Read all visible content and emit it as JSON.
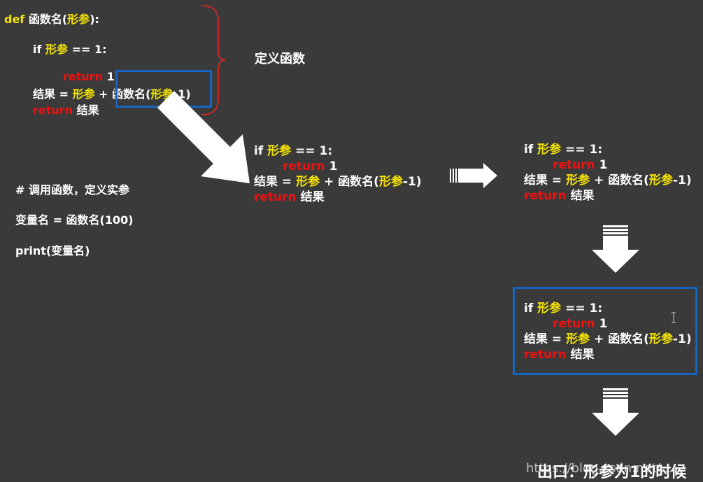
{
  "definition": {
    "def_kw": "def",
    "func_name": "函数名",
    "open_paren": "(",
    "param": "形参",
    "close": "):",
    "if_kw": "if",
    "if_param": "形参",
    "if_cond": "== 1:",
    "ret1_kw": "return",
    "ret1_val": "1",
    "res_lhs": "结果 =",
    "res_param": "形参",
    "res_plus": "+",
    "res_call_a": "函数名(",
    "res_call_param": "形参",
    "res_call_b": "-1)",
    "ret2_kw": "return",
    "ret2_val": "结果",
    "brace_label": "定义函数"
  },
  "call_code": {
    "comment": "# 调用函数，定义实参",
    "assign": "变量名 = 函数名(100)",
    "print": "print(变量名)"
  },
  "recursion_block": {
    "if_kw": "if",
    "param": "形参",
    "cond": "== 1:",
    "ret_kw": "return",
    "ret_val": "1",
    "res_lhs": "结果 =",
    "res_param": "形参",
    "res_plus": "+",
    "res_call_a": "函数名(",
    "res_call_param": "形参",
    "res_call_b": "-1)",
    "ret2_kw": "return",
    "ret2_val": "结果"
  },
  "exit_label": "出口：形参为1的时候",
  "watermark": "https://blog.csdn.net/...",
  "colors": {
    "background": "#3a3a3a",
    "keyword_yellow": "#f5e400",
    "keyword_red": "#ee1111",
    "box_blue": "#1565c0",
    "brace_red": "#c62828"
  }
}
